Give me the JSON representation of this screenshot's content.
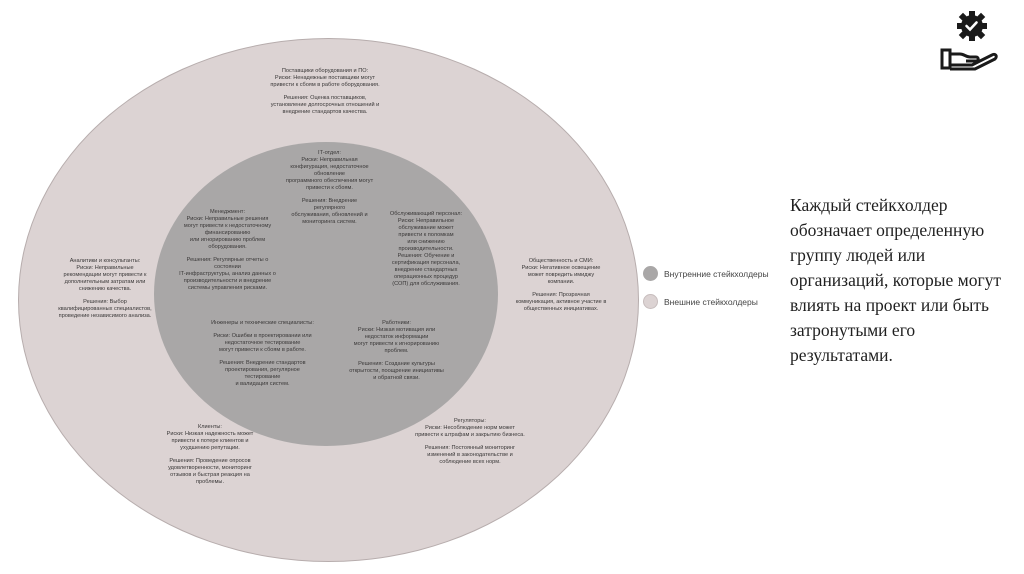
{
  "diagram": {
    "outer_blocks": [
      {
        "id": "suppliers",
        "lines": [
          "Поставщики оборудования и ПО:",
          "Риски: Ненадежные поставщики могут",
          "привести к сбоям в работе оборудования.",
          "",
          "Решения: Оценка поставщиков,",
          "установление долгосрочных отношений и",
          "внедрение стандартов качества."
        ]
      },
      {
        "id": "analysts",
        "lines": [
          "Аналитики и консультанты:",
          "Риски: Неправильные",
          "рекомендации могут привести к",
          "дополнительным затратам или",
          "снижению качества.",
          "",
          "Решения: Выбор",
          "квалифицированных специалистов,",
          "проведение независимого анализа."
        ]
      },
      {
        "id": "public",
        "lines": [
          "Общественность и СМИ:",
          "Риски: Негативное освещение",
          "может повредить имиджу",
          "компании.",
          "",
          "Решения: Прозрачная",
          "коммуникация, активное участие в",
          "общественных инициативах."
        ]
      },
      {
        "id": "clients",
        "lines": [
          "Клиенты:",
          "Риски: Низкая надежность может",
          "привести к потере клиентов и",
          "ухудшению репутации.",
          "",
          "Решения: Проведение опросов",
          "удовлетворенности, мониторинг",
          "отзывов и быстрая реакция на",
          "проблемы."
        ]
      },
      {
        "id": "regulators",
        "lines": [
          "Регуляторы:",
          "Риски: Несоблюдение норм может",
          "привести к штрафам и закрытию бизнеса.",
          "",
          "Решения: Постоянный мониторинг",
          "изменений в законодательстве и",
          "соблюдение всех норм."
        ]
      }
    ],
    "inner_blocks": [
      {
        "id": "it",
        "lines": [
          "IT-отдел:",
          "Риски: Неправильная",
          "конфигурация, недостаточное",
          "обновление",
          "программного обеспечения могут",
          "привести к сбоям.",
          "",
          "Решения: Внедрение",
          "регулярного",
          "обслуживания, обновлений и",
          "мониторинга систем."
        ]
      },
      {
        "id": "management",
        "lines": [
          "Менеджмент:",
          "Риски: Неправильные решения",
          "могут привести к недостаточному",
          "финансированию",
          "или игнорированию проблем",
          "оборудования.",
          "",
          "Решения: Регулярные отчеты о",
          "состоянии",
          "IT-инфраструктуры, анализ данных о",
          "производительности и внедрение",
          "системы управления рисками."
        ]
      },
      {
        "id": "service",
        "lines": [
          "Обслуживающий персонал:",
          "Риски: Неправильное",
          "обслуживание может",
          "привести к поломкам",
          "или снижению",
          "производительности.",
          "Решения: Обучение и",
          "сертификация персонала,",
          "внедрение стандартных",
          "операционных процедур",
          "(СОП) для обслуживания."
        ]
      },
      {
        "id": "engineers",
        "lines": [
          "Инженеры и технические специалисты:",
          "",
          "Риски: Ошибки в проектировании или",
          "недостаточное тестирование",
          "могут привести к сбоям в работе.",
          "",
          "Решения: Внедрение стандартов",
          "проектирования, регулярное",
          "тестирование",
          "и валидация систем."
        ]
      },
      {
        "id": "workers",
        "lines": [
          "Работники:",
          "Риски: Низкая мотивация или",
          "недостаток информации",
          "могут привести к игнорированию",
          "проблем.",
          "",
          "Решения: Создание культуры",
          "открытости, поощрение инициативы",
          "и обратной связи."
        ]
      }
    ]
  },
  "legend": {
    "internal_label": "Внутренние стейкхолдеры",
    "external_label": "Внешние стейкхолдеры",
    "internal_color": "#a9a7a7",
    "external_color": "#dcd3d3"
  },
  "side_text": "Каждый стейкхолдер обозначает определенную группу людей или организаций, которые могут влиять на проект или быть затронутыми его результатами.",
  "logo_icon": "gear-hand-icon"
}
